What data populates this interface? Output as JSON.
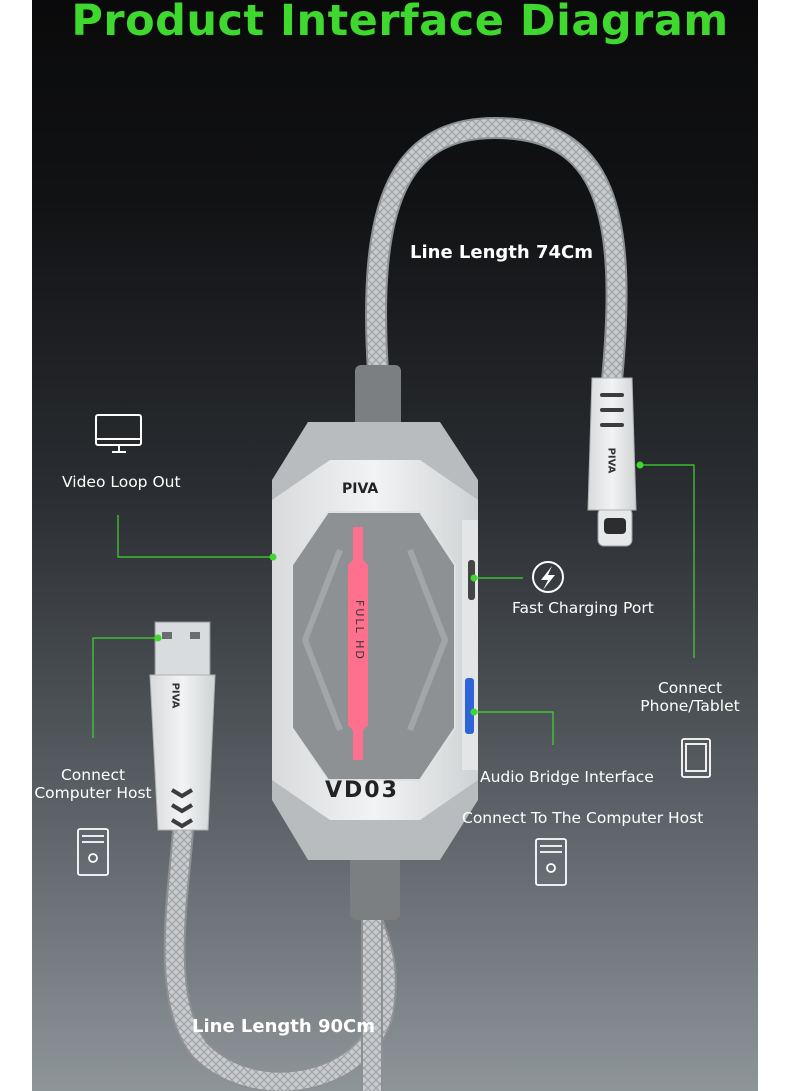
{
  "title": "Product Interface Diagram",
  "colors": {
    "accent": "#3fd82f",
    "led": "#ff6f8e",
    "audio_port": "#2f63d8"
  },
  "device": {
    "brand": "PIVA",
    "model": "VD03",
    "led_text": "FULL HD"
  },
  "cables": {
    "upper_length": "Line Length 74Cm",
    "lower_length": "Line Length 90Cm",
    "plug_brand": "PIVA"
  },
  "labels": {
    "video_loop_out": "Video Loop Out",
    "fast_charging": "Fast Charging Port",
    "phone_tablet": [
      "Connect",
      "Phone/Tablet"
    ],
    "audio_bridge": "Audio Bridge Interface",
    "computer_host_right": "Connect To The Computer Host",
    "computer_host_left": [
      "Connect",
      "Computer Host"
    ]
  },
  "icons": [
    "monitor-icon",
    "lightning-icon",
    "tablet-icon",
    "computer-tower-icon"
  ]
}
